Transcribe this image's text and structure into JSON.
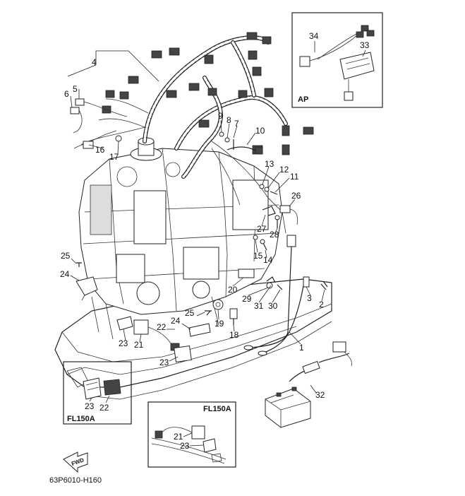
{
  "callouts": {
    "c1": "1",
    "c2": "2",
    "c3": "3",
    "c4": "4",
    "c5": "5",
    "c6": "6",
    "c7": "7",
    "c8": "8",
    "c9": "9",
    "c10": "10",
    "c11": "11",
    "c12": "12",
    "c13": "13",
    "c14": "14",
    "c15": "15",
    "c16": "16",
    "c17": "17",
    "c18": "18",
    "c19": "19",
    "c20": "20",
    "c21": "21",
    "c22": "22",
    "c23": "23",
    "c24": "24",
    "c25": "25",
    "c26": "26",
    "c27": "27",
    "c28": "28",
    "c29": "29",
    "c30": "30",
    "c31": "31",
    "c32": "32",
    "c33": "33",
    "c34": "34"
  },
  "inset_ap": {
    "label": "AP",
    "c33": "33",
    "c34": "34"
  },
  "inset_fl150a_left": {
    "label": "FL150A",
    "c23": "23",
    "c22": "22"
  },
  "inset_fl150a_bottom": {
    "label": "FL150A",
    "c21": "21",
    "c23": "23"
  },
  "fwd_arrow": {
    "label": "FWD"
  },
  "footer": {
    "part_code": "63P6010-H160"
  }
}
